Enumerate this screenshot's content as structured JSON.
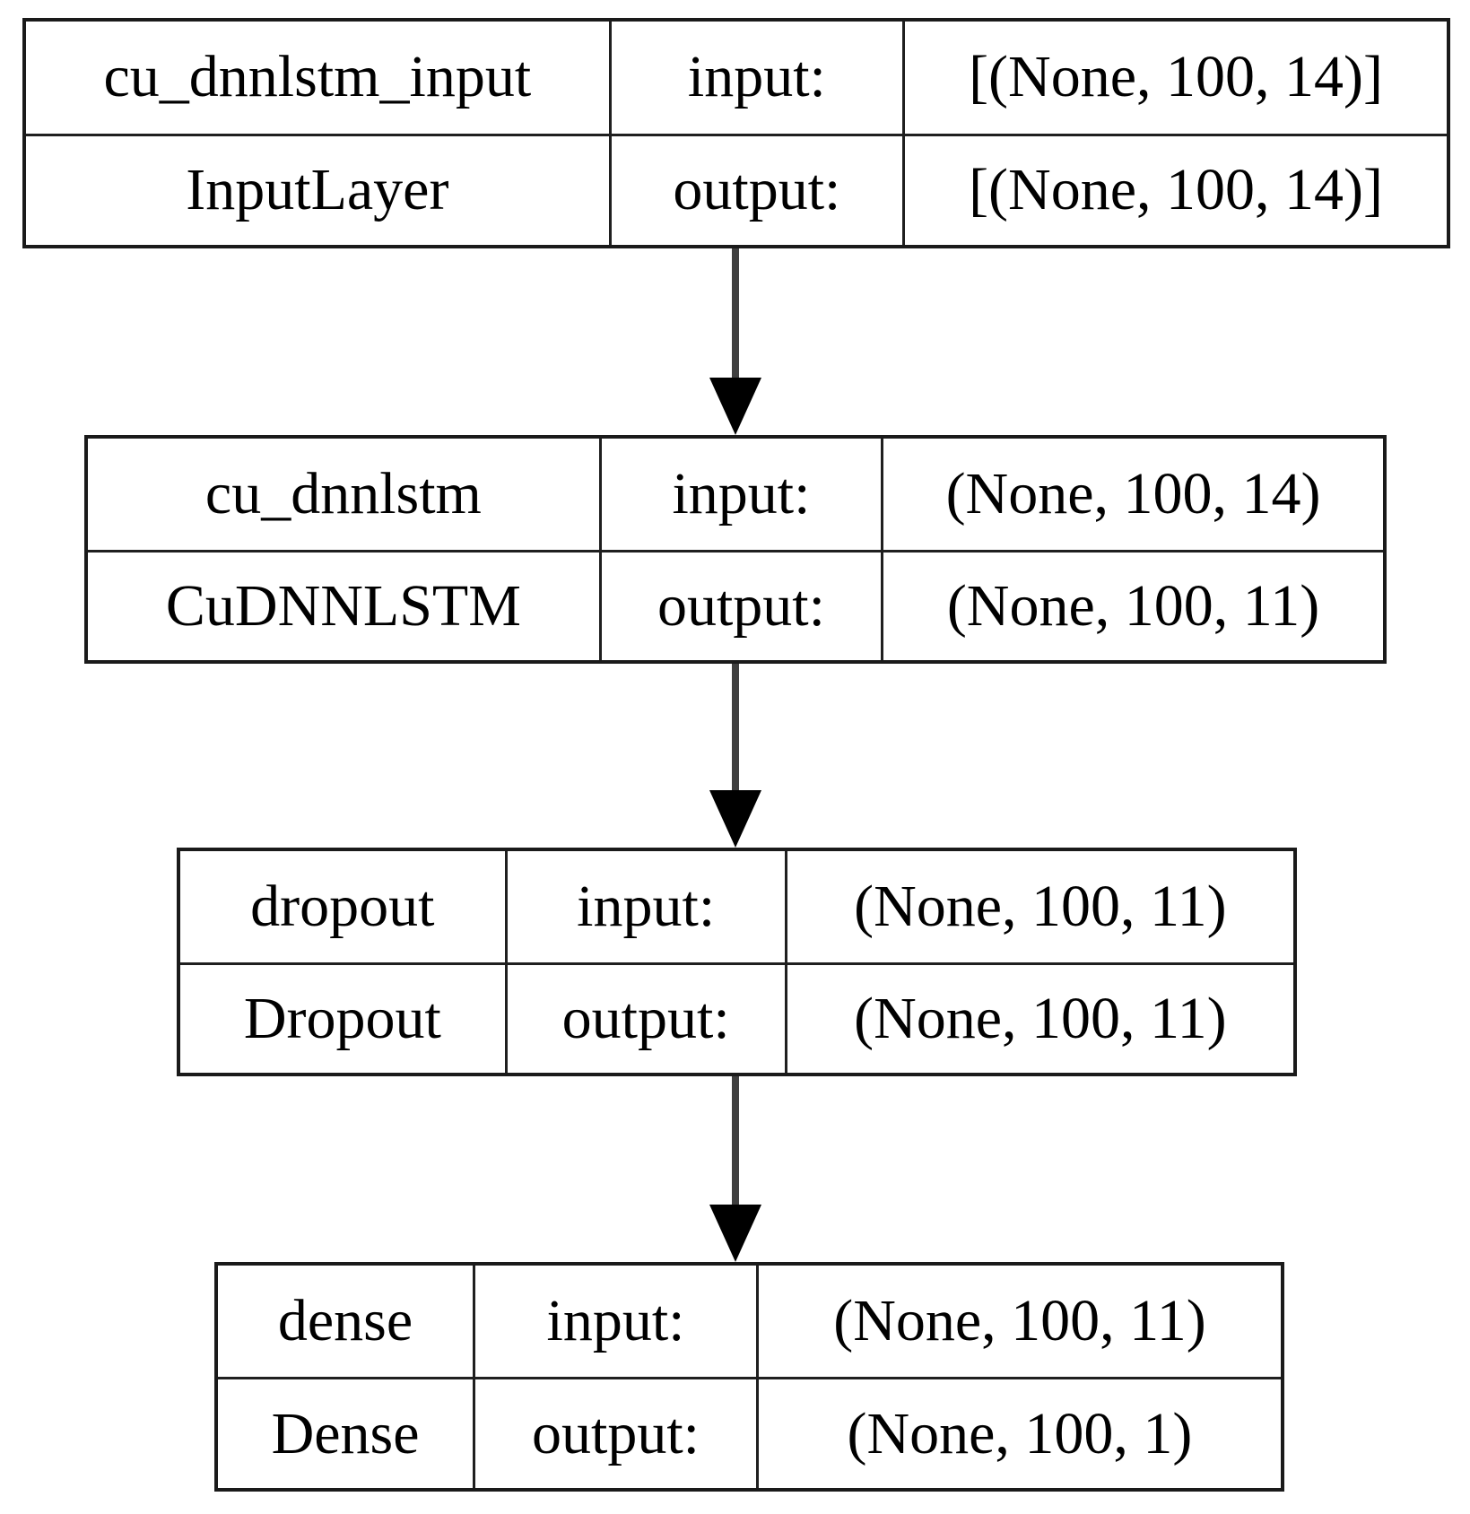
{
  "diagram": {
    "kind": "keras-model-plot",
    "labels": {
      "input": "input:",
      "output": "output:"
    },
    "nodes": [
      {
        "name": "cu_dnnlstm_input",
        "type": "InputLayer",
        "input_shape": "[(None, 100, 14)]",
        "output_shape": "[(None, 100, 14)]"
      },
      {
        "name": "cu_dnnlstm",
        "type": "CuDNNLSTM",
        "input_shape": "(None, 100, 14)",
        "output_shape": "(None, 100, 11)"
      },
      {
        "name": "dropout",
        "type": "Dropout",
        "input_shape": "(None, 100, 11)",
        "output_shape": "(None, 100, 11)"
      },
      {
        "name": "dense",
        "type": "Dense",
        "input_shape": "(None, 100, 11)",
        "output_shape": "(None, 100, 1)"
      }
    ],
    "edges": [
      {
        "from": "cu_dnnlstm_input",
        "to": "cu_dnnlstm"
      },
      {
        "from": "cu_dnnlstm",
        "to": "dropout"
      },
      {
        "from": "dropout",
        "to": "dense"
      }
    ],
    "colors": {
      "background": "#ffffff",
      "text": "#000000",
      "border": "#1a1a1a",
      "arrow_line": "#3f3f3f",
      "arrow_head": "#000000"
    }
  }
}
